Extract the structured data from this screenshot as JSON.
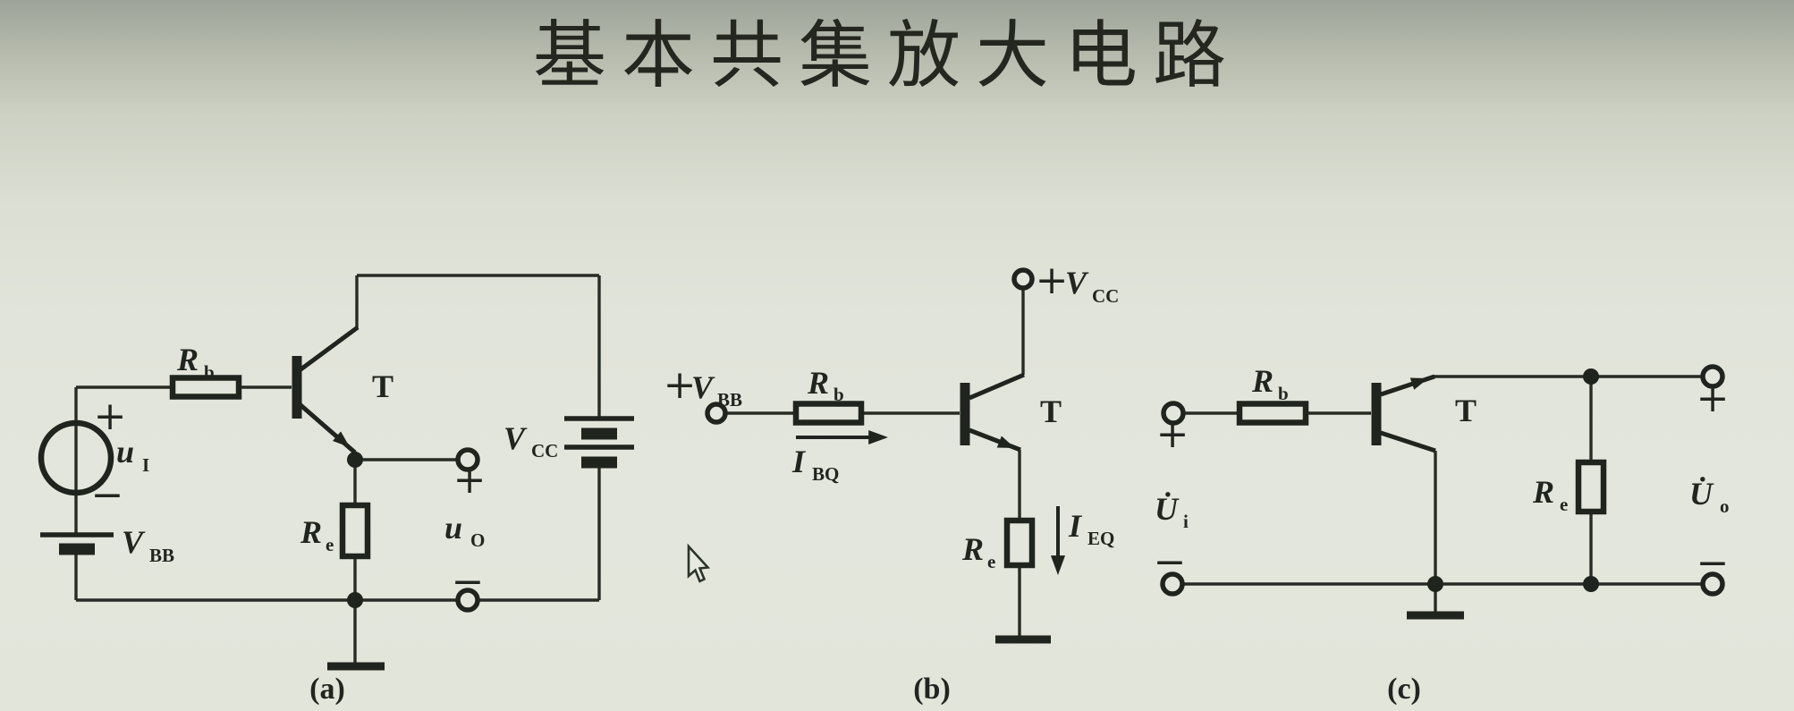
{
  "slide": {
    "title": "基本共集放大电路"
  },
  "signs": {
    "plus": "+",
    "minus": "−"
  },
  "circuits": {
    "a": {
      "caption": "(a)",
      "rb_main": "R",
      "rb_sub": "b",
      "ui_main": "u",
      "ui_sub": "I",
      "vbb_main": "V",
      "vbb_sub": "BB",
      "transistor_label": "T",
      "vcc_main": "V",
      "vcc_sub": "CC",
      "re_main": "R",
      "re_sub": "e",
      "uo_main": "u",
      "uo_sub": "O"
    },
    "b": {
      "caption": "(b)",
      "vbb_main": "V",
      "vbb_sub": "BB",
      "rb_main": "R",
      "rb_sub": "b",
      "ibq_main": "I",
      "ibq_sub": "BQ",
      "vcc_main": "V",
      "vcc_sub": "CC",
      "transistor_label": "T",
      "re_main": "R",
      "re_sub": "e",
      "ieq_main": "I",
      "ieq_sub": "EQ"
    },
    "c": {
      "caption": "(c)",
      "rb_main": "R",
      "rb_sub": "b",
      "transistor_label": "T",
      "re_main": "R",
      "re_sub": "e",
      "ui_main": "U̇",
      "ui_sub": "i",
      "uo_main": "U̇",
      "uo_sub": "o"
    }
  },
  "colors": {
    "ink": "#262b24",
    "background_top": "#9ea399",
    "background_bottom": "#e3e6dc"
  }
}
